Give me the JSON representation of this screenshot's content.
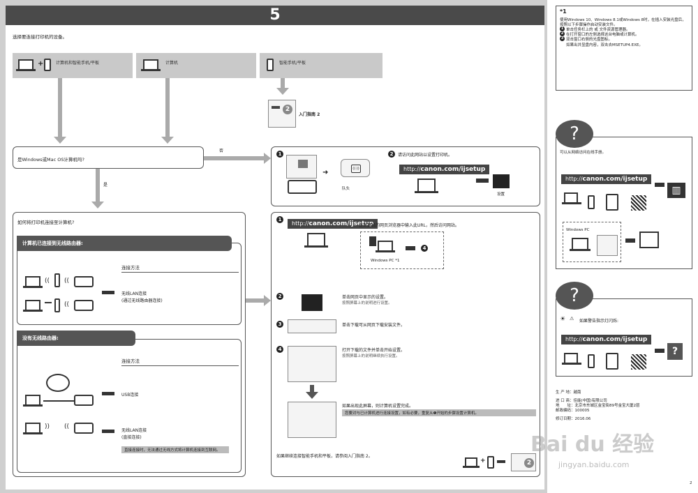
{
  "page_number_label": "5",
  "intro": "选择要连接打印机的设备。",
  "devices": [
    {
      "label": "计算机和智能手机/平板"
    },
    {
      "label": "计算机"
    },
    {
      "label": "智能手机/平板"
    }
  ],
  "guide": {
    "label": "入门指南 2",
    "badge": "2"
  },
  "question1": "是Windows或Mac OS计算机吗?",
  "no_label": "否",
  "yes_label": "是",
  "question2": "如何将打印机连接至计算机?",
  "router_yes": {
    "title": "计算机已连接到无线路由器:",
    "method_heading": "连接方法",
    "method": "无线LAN连接",
    "method_sub": "(通过无线路由器连接)"
  },
  "router_no": {
    "title": "没有无线路由器:",
    "method_heading": "连接方法",
    "usb": "USB连接",
    "wifi": "无线LAN连接",
    "wifi_sub": "(直接连接)",
    "note": "直接连接时，无法通过无线方式将计算机连接到互联网。"
  },
  "top_right": {
    "step1_icon_label": "队头",
    "step2": "请访问此网站以设置打印机。",
    "url_prefix": "http://",
    "url": "canon.com/ijsetup",
    "setup_label": "设置"
  },
  "steps": {
    "s1_text": "在计算机的网页浏览器中输入此URL，然后访问网站。",
    "s1_pc": "Windows PC *1",
    "s1_goto": "4",
    "s2_text": "单击网页中显示的设置。",
    "s2_sub": "按照屏幕上的说明进行设置。",
    "s3_text": "单击下载可从网页下载安装文件。",
    "s4_text": "打开下载的文件并单击开始设置。",
    "s4_sub": "按照屏幕上的说明继续执行设置。",
    "s5_text": "如果出现此屏幕，则计算机设置完成。",
    "s5_note": "您要对与已计算机进行连接设置，如有必要，重复从❶开始的步骤设置计算机。",
    "bottom": "如果继续连接智能手机和平板，请参阅入门指南 2。"
  },
  "step_numbers": [
    "1",
    "2",
    "1",
    "2",
    "3",
    "4"
  ],
  "footnote": {
    "mark": "*1",
    "line1": "使用Windows 10、Windows 8.1或Windows 8时，在插入安装光盘后，",
    "line2": "按照以下步骤操作启动安装文件。",
    "items": [
      "单击任务栏上的 或 文件资源管理器。",
      "在打开窗口的左侧选择这台电脑或计算机。",
      "双击窗口右侧的光盘图标。"
    ],
    "item_numbers": [
      "1",
      "2",
      "3"
    ],
    "last": "如果出并显盘内容，双击去MSETUP4.EXE。"
  },
  "help1": {
    "mark": "?",
    "text": "可以从网络访问在线手册。",
    "url": "canon.com/ijsetup",
    "pc": "Windows PC"
  },
  "help2": {
    "mark": "?",
    "warning": "如果警告指示灯闪烁:",
    "url": "canon.com/ijsetup",
    "q": "?"
  },
  "colophon": {
    "maker_label": "生 产 地：",
    "maker": "越南",
    "importer_label": "进 口 商：",
    "importer": "佳能(中国)有限公司",
    "addr_label": "地　　址：",
    "addr": "北京市东城区金宝街89号金宝大厦2层",
    "zip_label": "邮政编码：",
    "zip": "100005",
    "date_label": "修订日期：",
    "date": "2016.06"
  },
  "corner_page": "2",
  "watermark": "Bai du 经验",
  "watermark_url": "jingyan.baidu.com"
}
